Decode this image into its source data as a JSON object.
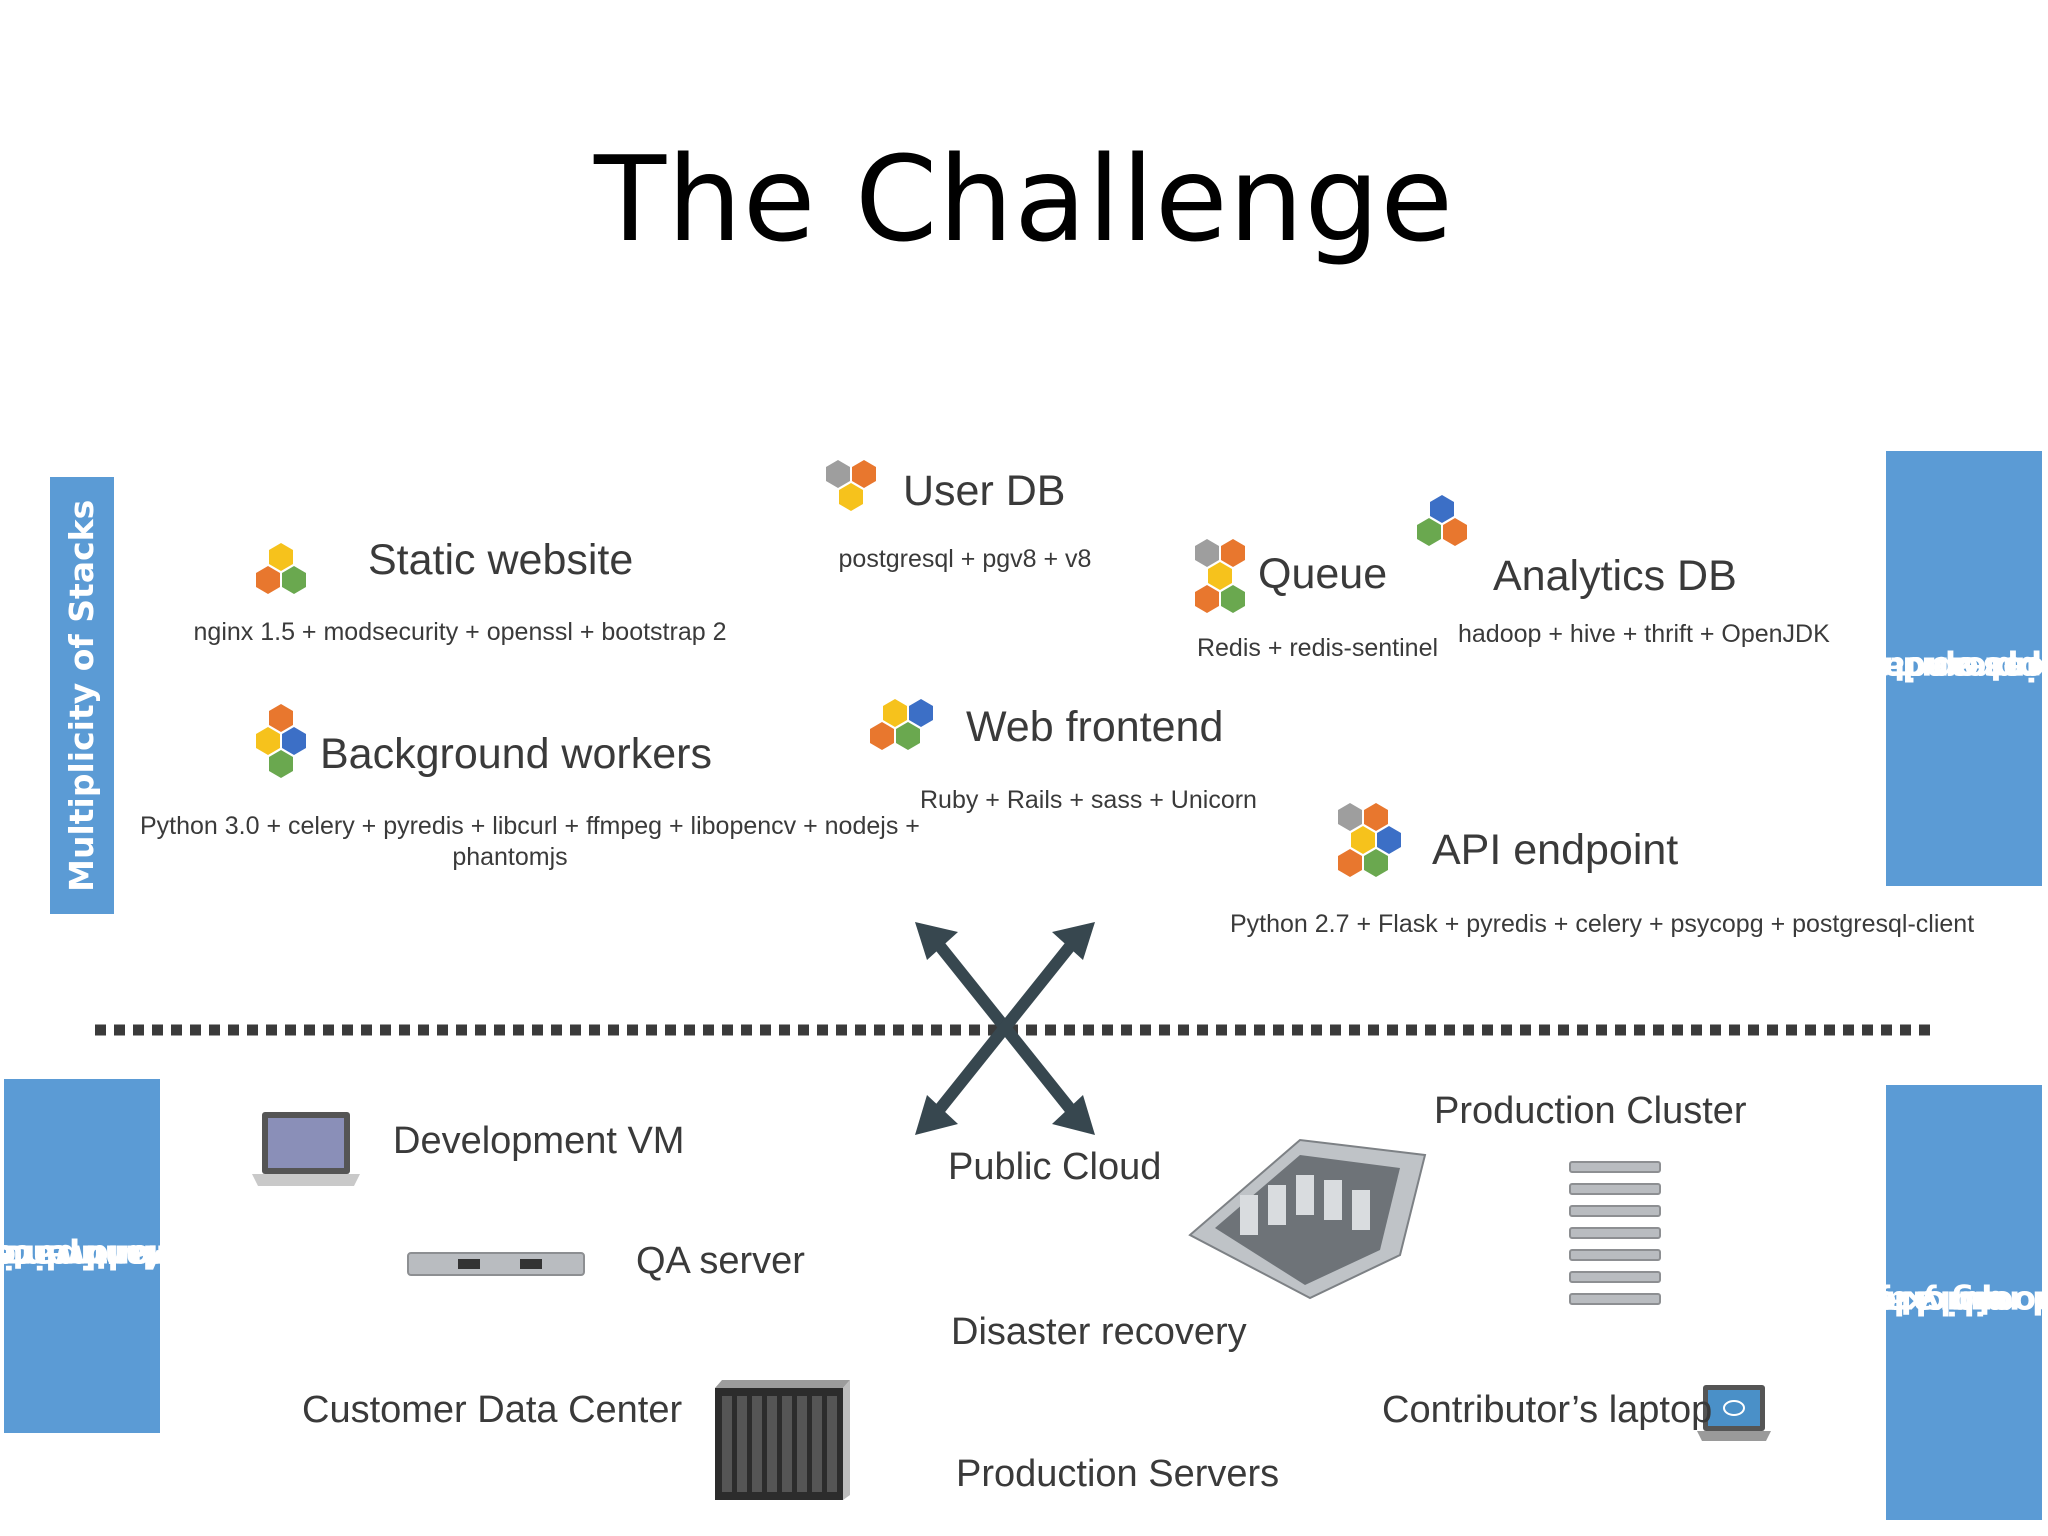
{
  "title": "The Challenge",
  "side_labels": {
    "left_top": "Multiplicity of Stacks",
    "left_bottom_line1": "Multiplicity of",
    "left_bottom_line2": "hardware",
    "left_bottom_line3": "environments",
    "right_top_line1": "Do services and apps",
    "right_top_line2": "interact",
    "right_top_line3": "appropriately?",
    "right_bottom_line1": "Can I migrate",
    "right_bottom_line2": "smoothly and",
    "right_bottom_line3": "quickly?"
  },
  "services": {
    "static_website": {
      "name": "Static website",
      "deps": "nginx 1.5 + modsecurity + openssl + bootstrap 2"
    },
    "user_db": {
      "name": "User DB",
      "deps": "postgresql + pgv8 + v8"
    },
    "queue": {
      "name": "Queue",
      "deps": "Redis + redis-sentinel"
    },
    "analytics_db": {
      "name": "Analytics DB",
      "deps": "hadoop + hive + thrift + OpenJDK"
    },
    "background_workers": {
      "name": "Background workers",
      "deps_line1": "Python 3.0 + celery + pyredis + libcurl + ffmpeg + libopencv + nodejs +",
      "deps_line2": "phantomjs"
    },
    "web_frontend": {
      "name": "Web frontend",
      "deps": "Ruby + Rails + sass + Unicorn"
    },
    "api_endpoint": {
      "name": "API endpoint",
      "deps": "Python 2.7 + Flask + pyredis + celery + psycopg + postgresql-client"
    }
  },
  "environments": {
    "development_vm": "Development VM",
    "qa_server": "QA server",
    "customer_data_center": "Customer Data Center",
    "public_cloud": "Public Cloud",
    "disaster_recovery": "Disaster recovery",
    "production_servers": "Production Servers",
    "production_cluster": "Production Cluster",
    "contributors_laptop": "Contributor’s laptop"
  },
  "colors": {
    "side_box": "#5b9bd5",
    "hex_orange": "#e8772e",
    "hex_yellow": "#f6c21c",
    "hex_green": "#6aa84f",
    "hex_blue": "#3c6fc6",
    "hex_gray": "#9e9e9e",
    "arrow": "#37474f",
    "divider": "#3a3a3a"
  }
}
